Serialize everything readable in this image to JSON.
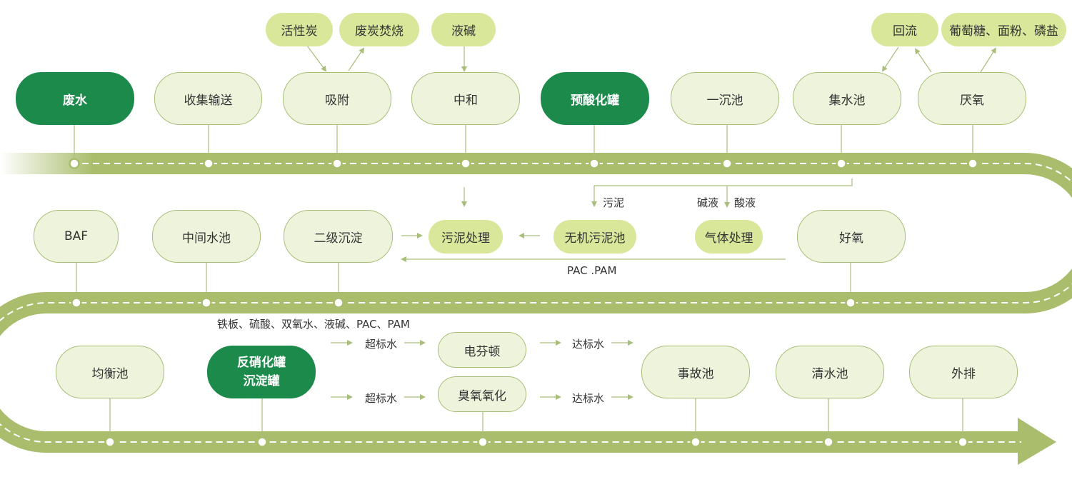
{
  "colors": {
    "track": "#a9bd6c",
    "dashes": "#ffffff",
    "node_fill": "#eef4dc",
    "node_border": "#a9be7a",
    "node_dark": "#1c8a4b",
    "pill_fill": "#d8e79a",
    "connector": "#a9be7a",
    "text": "#333333"
  },
  "row1": {
    "wastewater": "废水",
    "collect": "收集输送",
    "adsorb": "吸附",
    "neutralize": "中和",
    "pre_acidify": "预酸化罐",
    "primary_settle": "一沉池",
    "collection_pool": "集水池",
    "anaerobic": "厌氧"
  },
  "row1_inputs": {
    "activated_carbon": "活性炭",
    "waste_carbon_incineration": "废炭焚烧",
    "lye": "液碱",
    "reflux": "回流",
    "glucose_flour_phosphate": "葡萄糖、面粉、磷盐"
  },
  "row2": {
    "baf": "BAF",
    "intermediate_pool": "中间水池",
    "secondary_settle": "二级沉淀",
    "sludge_treatment": "污泥处理",
    "inorganic_sludge_pool": "无机污泥池",
    "gas_treatment": "气体处理",
    "aerobic": "好氧"
  },
  "row2_labels": {
    "sludge": "污泥",
    "alkali_liquid": "碱液",
    "acid_liquid": "酸液",
    "pac_pam": "PAC .PAM"
  },
  "row3": {
    "equalization_pool": "均衡池",
    "denitrification_tank_line1": "反硝化罐",
    "denitrification_tank_line2": "沉淀罐",
    "electro_fenton": "电芬顿",
    "ozone_oxidation": "臭氧氧化",
    "accident_pool": "事故池",
    "clear_water_pool": "清水池",
    "discharge": "外排"
  },
  "row3_labels": {
    "chemicals": "铁板、硫酸、双氧水、液碱、PAC、PAM",
    "exceed_standard_1": "超标水",
    "exceed_standard_2": "超标水",
    "meet_standard_1": "达标水",
    "meet_standard_2": "达标水"
  }
}
